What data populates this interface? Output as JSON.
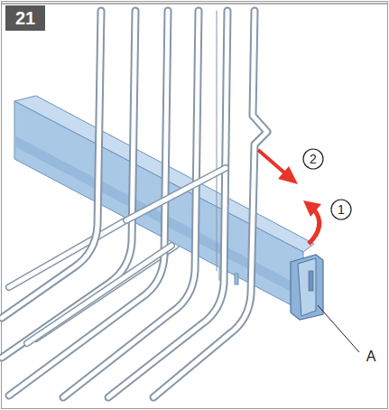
{
  "diagram": {
    "labels": [
      "21",
      "1",
      "2",
      "A"
    ]
  }
}
